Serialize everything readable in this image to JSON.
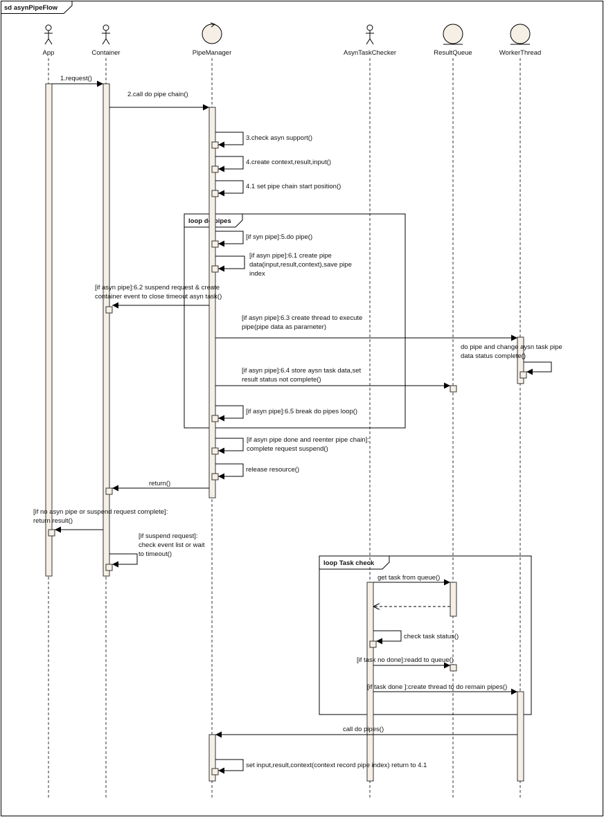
{
  "frame": {
    "title": "sd asynPipeFlow"
  },
  "participants": [
    {
      "id": "app",
      "name": "App",
      "kind": "actor"
    },
    {
      "id": "container",
      "name": "Container",
      "kind": "actor"
    },
    {
      "id": "pipemanager",
      "name": "PipeManager",
      "kind": "control"
    },
    {
      "id": "asyntaskchecker",
      "name": "AsynTaskChecker",
      "kind": "actor"
    },
    {
      "id": "resultqueue",
      "name": "ResultQueue",
      "kind": "entity"
    },
    {
      "id": "workerthread",
      "name": "WorkerThread",
      "kind": "entity"
    }
  ],
  "fragments": [
    {
      "id": "loop-do-pipes",
      "label": "loop do pipes"
    },
    {
      "id": "loop-task-check",
      "label": "loop Task check"
    }
  ],
  "messages": [
    {
      "id": "m1",
      "lines": [
        "1.request()"
      ]
    },
    {
      "id": "m2",
      "lines": [
        "2.call do pipe chain()"
      ]
    },
    {
      "id": "m3",
      "lines": [
        "3.check asyn support()"
      ]
    },
    {
      "id": "m4",
      "lines": [
        "4.create context,result,input()"
      ]
    },
    {
      "id": "m41",
      "lines": [
        "4.1 set pipe chain start position()"
      ]
    },
    {
      "id": "m5",
      "lines": [
        "[if syn pipe]:5.do pipe()"
      ]
    },
    {
      "id": "m61",
      "lines": [
        "[if asyn pipe]:6.1 create pipe",
        "data(input,result,context),save pipe",
        "index"
      ]
    },
    {
      "id": "m62",
      "lines": [
        "[if asyn pipe]:6.2 suspend request & create",
        "container event to close timeout asyn task()"
      ]
    },
    {
      "id": "m63",
      "lines": [
        "[if asyn pipe]:6.3 create thread to execute",
        "pipe(pipe data as parameter)"
      ]
    },
    {
      "id": "mwt",
      "lines": [
        "do pipe and change aysn task pipe",
        "data status complete()"
      ]
    },
    {
      "id": "m64",
      "lines": [
        "[if asyn pipe]:6.4 store aysn task data,set",
        "result status not complete()"
      ]
    },
    {
      "id": "m65",
      "lines": [
        "[if asyn pipe]:6.5 break do pipes loop()"
      ]
    },
    {
      "id": "mdone",
      "lines": [
        "[if asyn pipe done and reenter pipe chain]:",
        "complete request suspend()"
      ]
    },
    {
      "id": "mrel",
      "lines": [
        "release resource()"
      ]
    },
    {
      "id": "mret",
      "lines": [
        "return()"
      ]
    },
    {
      "id": "mnoasyn",
      "lines": [
        "[if no asyn pipe or suspend request complete]:",
        "return result()"
      ]
    },
    {
      "id": "msusp",
      "lines": [
        "[if suspend request]:",
        "check event list or wait",
        "to timeout()"
      ]
    },
    {
      "id": "mgettask",
      "lines": [
        "get task from queue()"
      ]
    },
    {
      "id": "mcheck",
      "lines": [
        "check task status()"
      ]
    },
    {
      "id": "mreadd",
      "lines": [
        "[if task no done]:readd to  queue()"
      ]
    },
    {
      "id": "mremain",
      "lines": [
        "[if task done ]:create thread to do remain pipes()"
      ]
    },
    {
      "id": "mcalldo",
      "lines": [
        "call do pipes()"
      ]
    },
    {
      "id": "mset",
      "lines": [
        "set input,result,context(context record pipe index) return to 4.1"
      ]
    }
  ]
}
